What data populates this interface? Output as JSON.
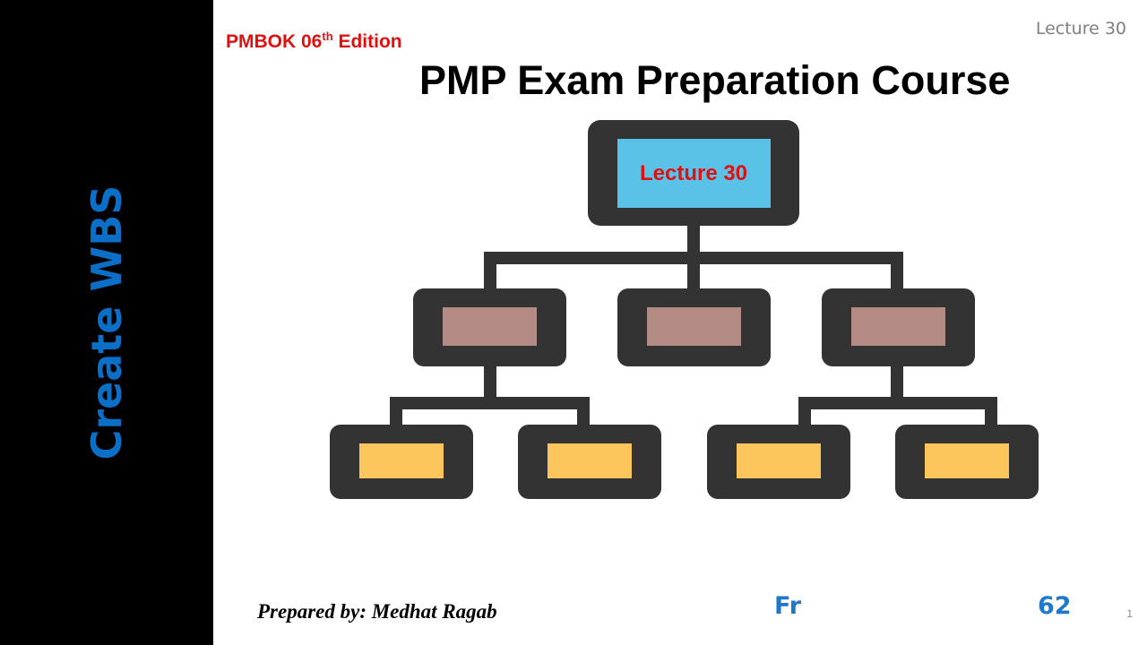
{
  "sidebar": {
    "title": "Create WBS"
  },
  "header": {
    "edition_prefix": "PMBOK 06",
    "edition_suffix": "th",
    "edition_rest": " Edition",
    "lecture_tag": "Lecture 30",
    "course_title": "PMP Exam Preparation Course"
  },
  "diagram": {
    "root_label": "Lecture 30",
    "colors": {
      "frame": "#333333",
      "root_fill": "#5bc2e7",
      "level2_fill": "#b48a84",
      "level3_fill": "#fdc65c"
    }
  },
  "footer": {
    "prepared_by": "Prepared by: Medhat Ragab",
    "left_fragment": "Fr",
    "right_fragment": "62",
    "page_number": "1"
  }
}
